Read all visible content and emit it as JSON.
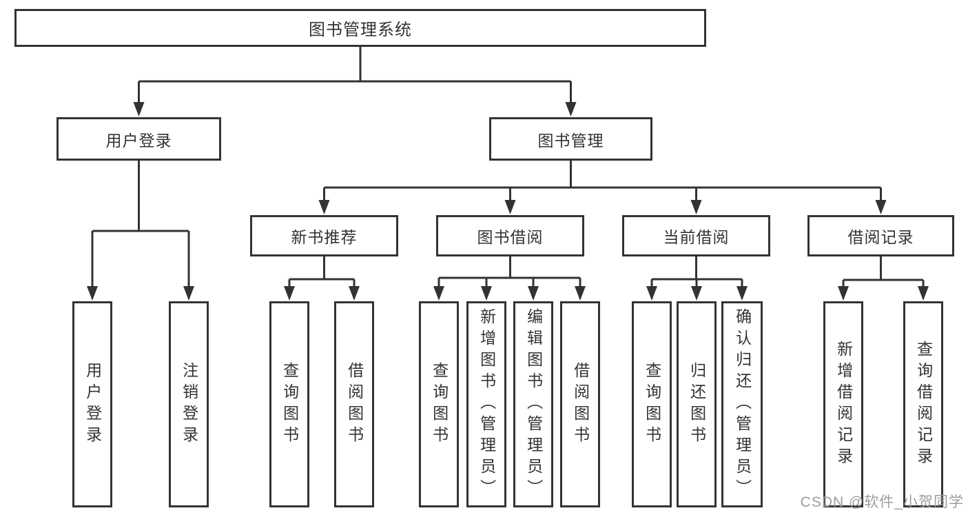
{
  "diagram": {
    "root": {
      "label": "图书管理系统",
      "children": [
        {
          "label": "用户登录",
          "children": [
            {
              "label": "用户登录"
            },
            {
              "label": "注销登录"
            }
          ]
        },
        {
          "label": "图书管理",
          "children": [
            {
              "label": "新书推荐",
              "children": [
                {
                  "label": "查询图书"
                },
                {
                  "label": "借阅图书"
                }
              ]
            },
            {
              "label": "图书借阅",
              "children": [
                {
                  "label": "查询图书"
                },
                {
                  "label": "新增图书（管理员）"
                },
                {
                  "label": "编辑图书（管理员）"
                },
                {
                  "label": "借阅图书"
                }
              ]
            },
            {
              "label": "当前借阅",
              "children": [
                {
                  "label": "查询图书"
                },
                {
                  "label": "归还图书"
                },
                {
                  "label": "确认归还（管理员）"
                }
              ]
            },
            {
              "label": "借阅记录",
              "children": [
                {
                  "label": "新增借阅记录"
                },
                {
                  "label": "查询借阅记录"
                }
              ]
            }
          ]
        }
      ]
    },
    "line_color": "#333333",
    "watermark": "CSDN @软件_小贺同学"
  }
}
